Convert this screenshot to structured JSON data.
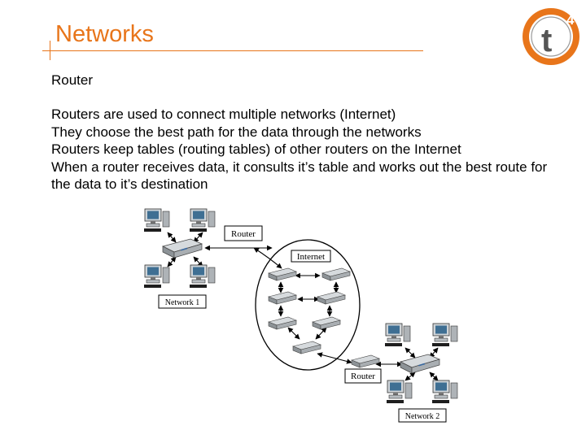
{
  "slide": {
    "title": "Networks",
    "subtitle": "Router",
    "lines": [
      "Routers are used to connect multiple networks (Internet)",
      "They choose the best path for the data through the networks",
      "Routers keep tables (routing tables) of other routers on the Internet",
      "When a router receives data, it consults it’s table and works out the best route for the data to it’s destination"
    ]
  },
  "logo": {
    "letter": "t",
    "superscript": "4",
    "colors": {
      "ring": "#e8751a",
      "inner": "#ffffff",
      "letter": "#555555"
    }
  },
  "diagram": {
    "labels": {
      "router_top": "Router",
      "internet": "Internet",
      "network_1": "Network 1",
      "router_bottom": "Router",
      "network_2": "Network 2"
    }
  },
  "colors": {
    "accent": "#e8751a",
    "text": "#000000"
  }
}
